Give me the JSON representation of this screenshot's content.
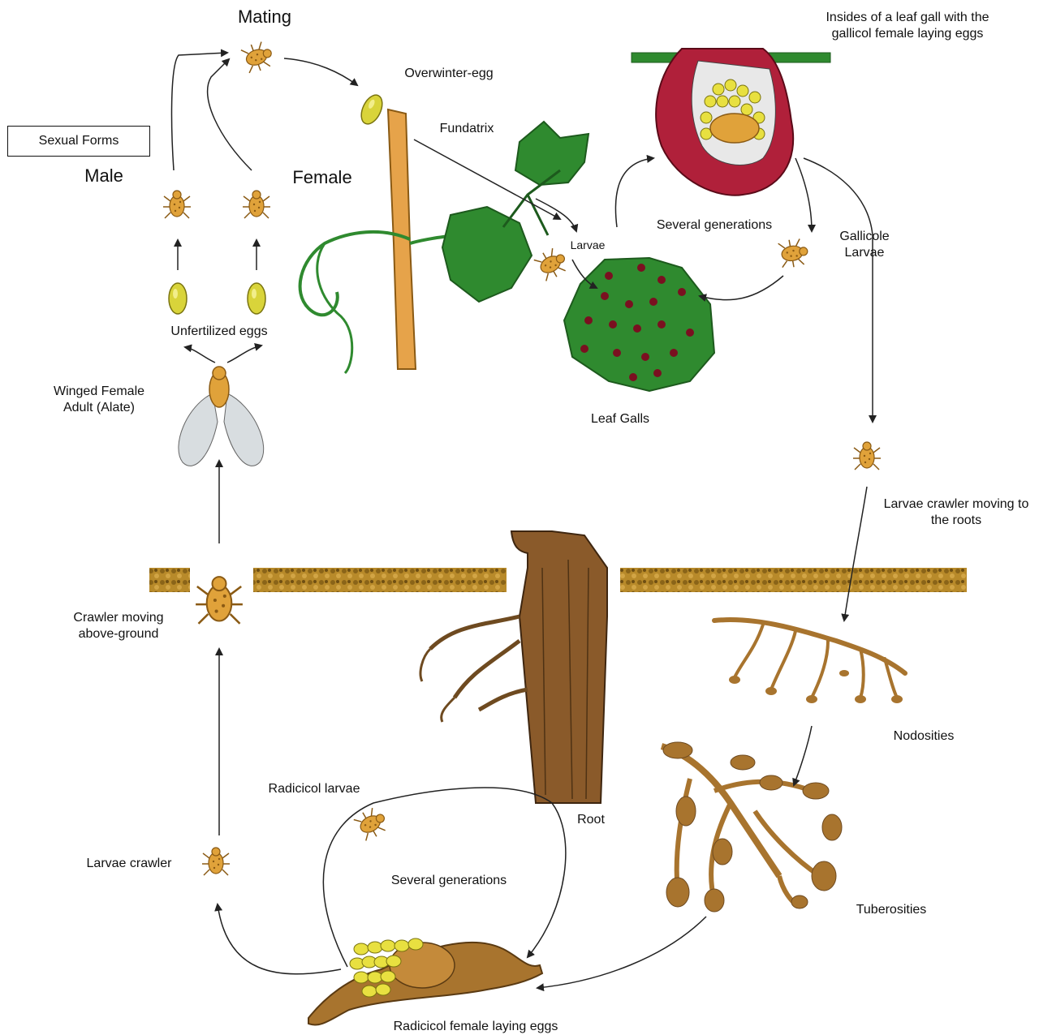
{
  "colors": {
    "leaf": "#2f8a2f",
    "leaf_dark": "#1d5a1d",
    "insect": "#e0a23a",
    "insect_dark": "#8a5a14",
    "egg": "#d9d43a",
    "gall_red": "#b0203a",
    "gall_spot": "#7a1020",
    "soil": "#b88a2a",
    "root": "#a8742e",
    "trunk": "#8a5a2a",
    "stem": "#e6a34a",
    "wing": "#d8dde0",
    "arrow": "#222222"
  },
  "labels": {
    "mating": "Mating",
    "overwinter_egg": "Overwinter-egg",
    "fundatrix": "Fundatrix",
    "gall_inside": "Insides of a leaf gall with the gallicol female laying eggs",
    "sexual_forms": "Sexual Forms",
    "male": "Male",
    "female": "Female",
    "larvae": "Larvae",
    "several_generations_top": "Several generations",
    "gallicole_larvae": "Gallicole Larvae",
    "unfertilized_eggs": "Unfertilized eggs",
    "winged_female": "Winged Female Adult (Alate)",
    "leaf_galls": "Leaf Galls",
    "larvae_crawler_roots": "Larvae crawler moving to the roots",
    "crawler_above": "Crawler moving above-ground",
    "nodosities": "Nodosities",
    "radicicol_larvae": "Radicicol larvae",
    "root": "Root",
    "larvae_crawler": "Larvae crawler",
    "several_generations_bottom": "Several generations",
    "tuberosities": "Tuberosities",
    "radicicol_female": "Radicicol female laying eggs"
  }
}
